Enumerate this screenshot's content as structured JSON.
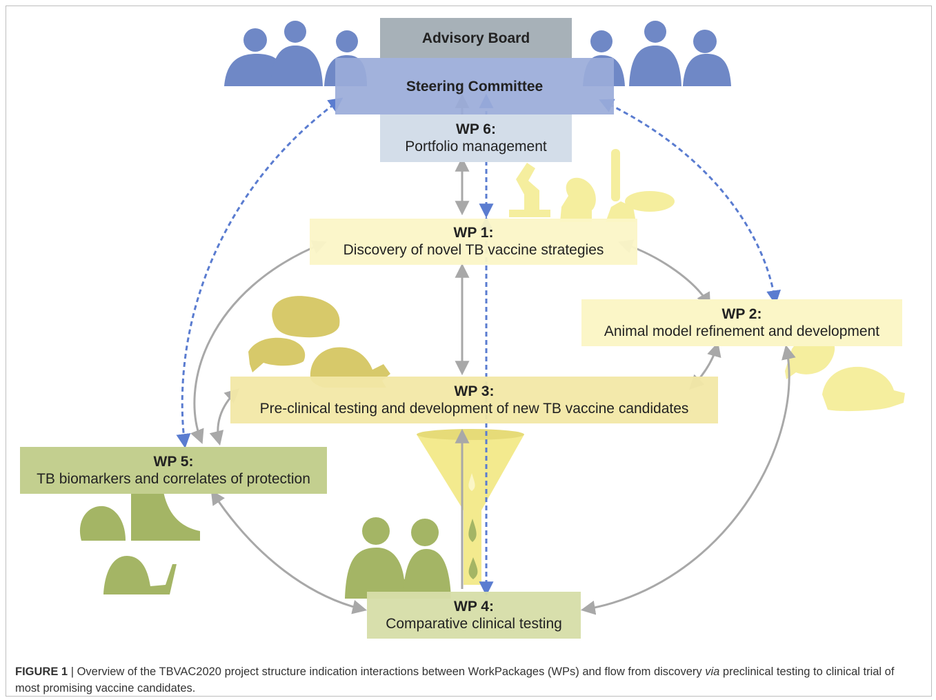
{
  "boxes": {
    "advisory": {
      "title": "Advisory Board"
    },
    "steering": {
      "title": "Steering Committee"
    },
    "wp6": {
      "title": "WP 6:",
      "subtitle": "Portfolio management"
    },
    "wp1": {
      "title": "WP 1:",
      "subtitle": "Discovery of novel TB vaccine strategies"
    },
    "wp2": {
      "title": "WP 2:",
      "subtitle": "Animal model refinement and development"
    },
    "wp3": {
      "title": "WP 3:",
      "subtitle": "Pre-clinical testing and development of new TB vaccine candidates"
    },
    "wp4": {
      "title": "WP 4:",
      "subtitle": "Comparative clinical testing"
    },
    "wp5": {
      "title": "WP 5:",
      "subtitle": "TB biomarkers and correlates of protection"
    }
  },
  "caption": {
    "label": "FIGURE 1",
    "separator": " | ",
    "text_1": "Overview of the TBVAC2020 project structure indication interactions between WorkPackages (WPs) and flow from discovery ",
    "italic": "via",
    "text_2": " preclinical testing to clinical trial of most promising vaccine candidates."
  },
  "colors": {
    "advisory": "#a7b1b8",
    "steering": "#9aabd9",
    "wp6": "#d3dde9",
    "yellow_box": "#fbf6c7",
    "wp3_box": "#f2e8a6",
    "green_box": "#c3cf8f",
    "wp4_box": "#d6dea9",
    "people_blue": "#6f88c6",
    "arrow_blue": "#5a7cd0",
    "arrow_gray": "#a8a8a8",
    "silhouette_green": "#a4b565",
    "silhouette_yellow": "#f5ee9e",
    "funnel_yellow": "#f3ea8e"
  },
  "icons": [
    "people-meeting-icon",
    "lab-equipment-icon",
    "lab-animals-icon",
    "funnel-icon",
    "clinical-people-icon",
    "biomarker-people-icon"
  ]
}
